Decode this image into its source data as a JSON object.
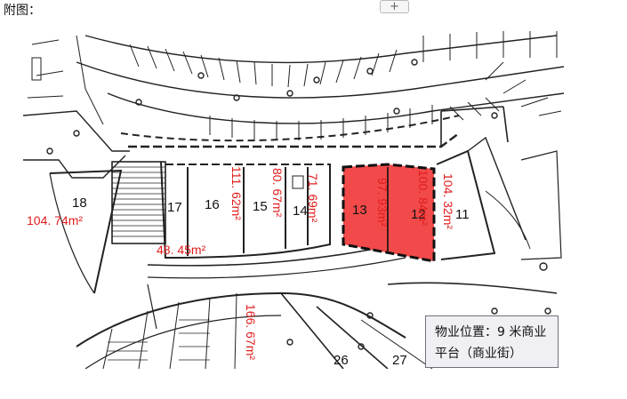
{
  "caption": "附图：",
  "expand_button": {
    "icon": "plus-icon",
    "label": "+"
  },
  "floor_plan": {
    "units": [
      {
        "number": "18",
        "area": "104. 74m²"
      },
      {
        "number": "17",
        "area": "48. 45m²"
      },
      {
        "number": "16",
        "area": "111. 62m²"
      },
      {
        "number": "15",
        "area": "80. 67m²"
      },
      {
        "number": "14",
        "area": "71. 69m²"
      },
      {
        "number": "13",
        "area": "97. 93m²"
      },
      {
        "number": "12",
        "area": "100. 84m²"
      },
      {
        "number": "11",
        "area": "104. 32m²"
      },
      {
        "number": "26"
      },
      {
        "number": "27"
      },
      {
        "area": "166. 67m²"
      }
    ],
    "highlight_color": "#f24a4a",
    "area_text_color": "#e11c1c"
  },
  "info_box": {
    "text": "物业位置：9 米商业平台（商业街）"
  }
}
